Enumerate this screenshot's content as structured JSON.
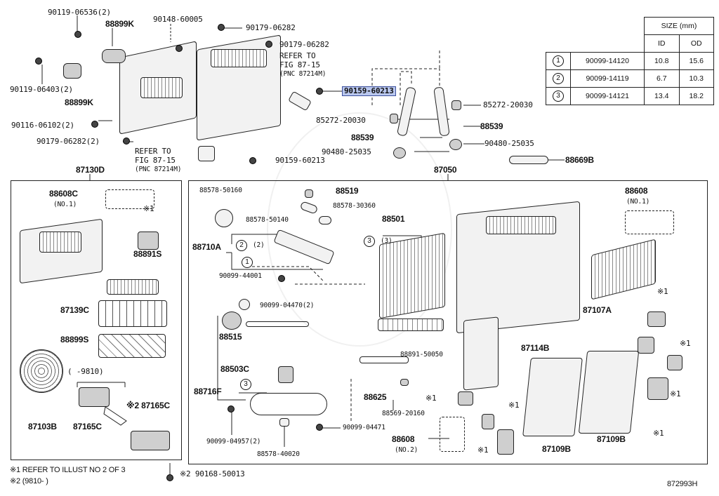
{
  "size_table": {
    "header": "SIZE (mm)",
    "col_id": "ID",
    "col_od": "OD",
    "rows": [
      {
        "num": "1",
        "part": "90099-14120",
        "id": "10.8",
        "od": "15.6"
      },
      {
        "num": "2",
        "part": "90099-14119",
        "id": "6.7",
        "od": "10.3"
      },
      {
        "num": "3",
        "part": "90099-14121",
        "id": "13.4",
        "od": "18.2"
      }
    ]
  },
  "labels": {
    "p1": "90119-06536(2)",
    "p2": "88899K",
    "p3": "90148-60005",
    "p4": "90179-06282",
    "p5": "90179-06282",
    "p6": "REFER TO",
    "p7": "FIG 87-15",
    "p8": "(PNC 87214M)",
    "p9": "90119-06403(2)",
    "p10": "88899K",
    "p11": "90159-60213",
    "p12": "85272-20030",
    "p13": "85272-20030",
    "p14": "88539",
    "p15": "88539",
    "p16": "90116-06102(2)",
    "p17": "90179-06282(2)",
    "p18": "REFER TO",
    "p19": "FIG 87-15",
    "p20": "(PNC 87214M)",
    "p21": "90159-60213",
    "p22": "90480-25035",
    "p23": "90480-25035",
    "p24": "88669B",
    "p25": "87130D",
    "p26": "87050",
    "left": {
      "a1": "88608C",
      "a2": "(NO.1)",
      "a3": "※1",
      "a4": "88891S",
      "a5": "87139C",
      "a6": "88899S",
      "a7": "(    -9810)",
      "a8": "87103B",
      "a9": "87165C",
      "a10": "※2 87165C"
    },
    "main": {
      "b1": "88578-50160",
      "b2": "88519",
      "b3": "88578-30360",
      "b4": "88578-50140",
      "b5": "88501",
      "b6": "(3)",
      "b7": "88710A",
      "b8": "(2)",
      "b9": "90099-44001",
      "b10": "90099-04470(2)",
      "b11": "88515",
      "b12": "88503C",
      "b13": "88716F",
      "b14": "90099-04957(2)",
      "b15": "88578-40020",
      "b16": "90099-04471",
      "b17": "88891-50050",
      "b18": "88625",
      "b19": "88569-20160",
      "b20": "※1",
      "b21": "88608",
      "b22": "(NO.2)",
      "b23": "※1",
      "b24": "※1",
      "b25": "87114B",
      "b26": "87109B",
      "b27": "87109B",
      "b28": "88608",
      "b29": "(NO.1)",
      "b30": "87107A",
      "b31": "※1",
      "b32": "※1",
      "b33": "※1",
      "b34": "※1"
    },
    "foot1": "※1 REFER TO ILLUST NO 2 OF 3",
    "foot2": "※2 (9810-       )",
    "foot3": "※2 90168-50013",
    "code": "872993H"
  }
}
